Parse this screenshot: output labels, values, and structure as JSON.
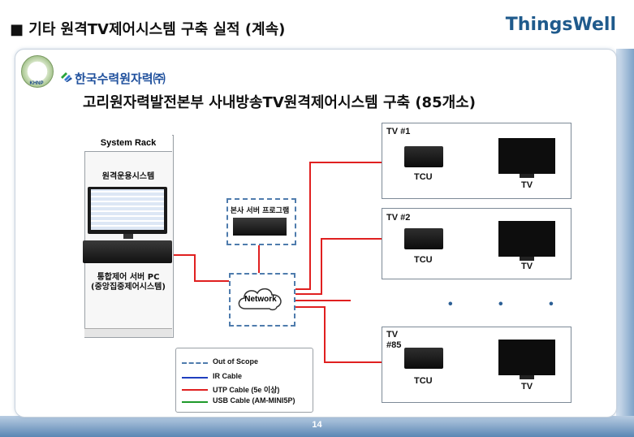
{
  "slide": {
    "title": "■  기타 원격TV제어시스템 구축 실적 (계속)",
    "brand": "ThingsWell",
    "page_number": "14"
  },
  "header": {
    "emblem_text": "KHNP",
    "company_logo": "한국수력원자력㈜",
    "main_title": "고리원자력발전본부 사내방송TV원격제어시스템 구축 (85개소)"
  },
  "rack": {
    "title": "System Rack",
    "monitor_label": "원격운용시스템",
    "server_label_line1": "통합제어 서버 PC",
    "server_label_line2": "(중앙집중제어시스템)"
  },
  "hq": {
    "label": "본사 서버 프로그램"
  },
  "network": {
    "label": "Network"
  },
  "tv_groups": [
    {
      "title": "TV #1",
      "tcu_label": "TCU",
      "tv_label": "TV"
    },
    {
      "title": "TV #2",
      "tcu_label": "TCU",
      "tv_label": "TV"
    },
    {
      "title_line1": "TV",
      "title_line2": "#85",
      "tcu_label": "TCU",
      "tv_label": "TV"
    }
  ],
  "ellipsis": "• • •",
  "legend": {
    "items": [
      {
        "label": "Out of Scope",
        "style": "dashed",
        "color": "#4f7cad"
      },
      {
        "label": "IR Cable",
        "style": "solid",
        "color": "#1f3fbf"
      },
      {
        "label": "UTP Cable (5e 이상)",
        "style": "solid",
        "color": "#e02020"
      },
      {
        "label": "USB Cable (AM-MINI5P)",
        "style": "solid",
        "color": "#1e9a2a"
      }
    ]
  },
  "colors": {
    "utp": "#e02020",
    "ir": "#1f3fbf",
    "usb": "#1e9a2a",
    "scope": "#4f7cad",
    "brand": "#1f5a8c"
  }
}
